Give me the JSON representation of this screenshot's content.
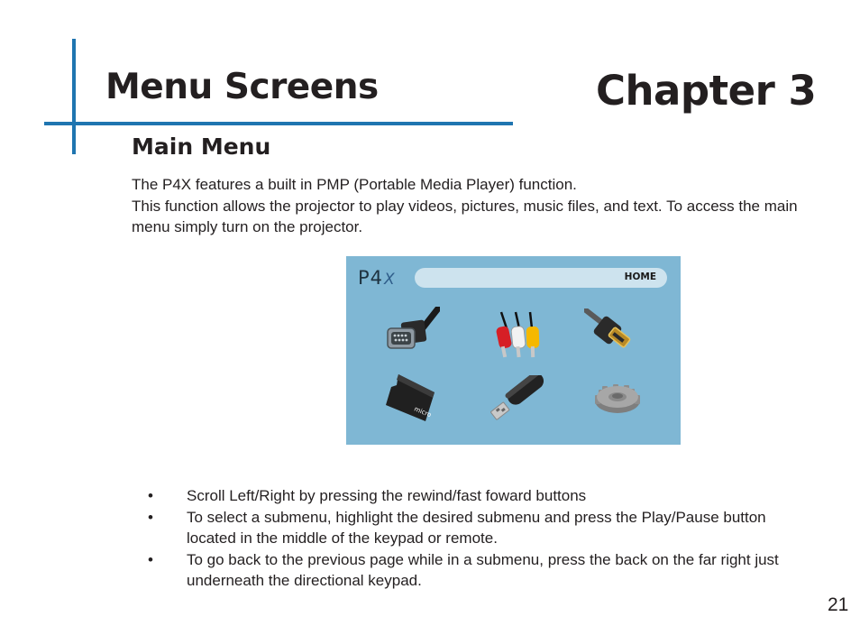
{
  "header": {
    "section_title": "Menu Screens",
    "chapter_title": "Chapter 3",
    "accent_color": "#1f75b0"
  },
  "content": {
    "subtitle": "Main Menu",
    "intro_line1": "The P4X features a built in PMP (Portable Media Player) function.",
    "intro_line2": "This function allows the projector to play videos, pictures, music files, and text.  To access the main menu simply turn on the projector."
  },
  "screenshot": {
    "logo_main": "P4",
    "logo_suffix": "X",
    "home_label": "HOME",
    "background_color": "#7fb7d4",
    "icons": [
      "vga-cable-icon",
      "rca-av-cable-icon",
      "hdmi-cable-icon",
      "microsd-card-icon",
      "usb-drive-icon",
      "settings-gear-icon"
    ]
  },
  "bullets": [
    "Scroll Left/Right by pressing the rewind/fast foward buttons",
    "To select a submenu, highlight the desired submenu and press the Play/Pause button located in the middle of the keypad or remote.",
    "To go back to the previous page while in a submenu, press the back on the far right just underneath the directional keypad."
  ],
  "bullet_symbol": "•",
  "page_number": "21"
}
